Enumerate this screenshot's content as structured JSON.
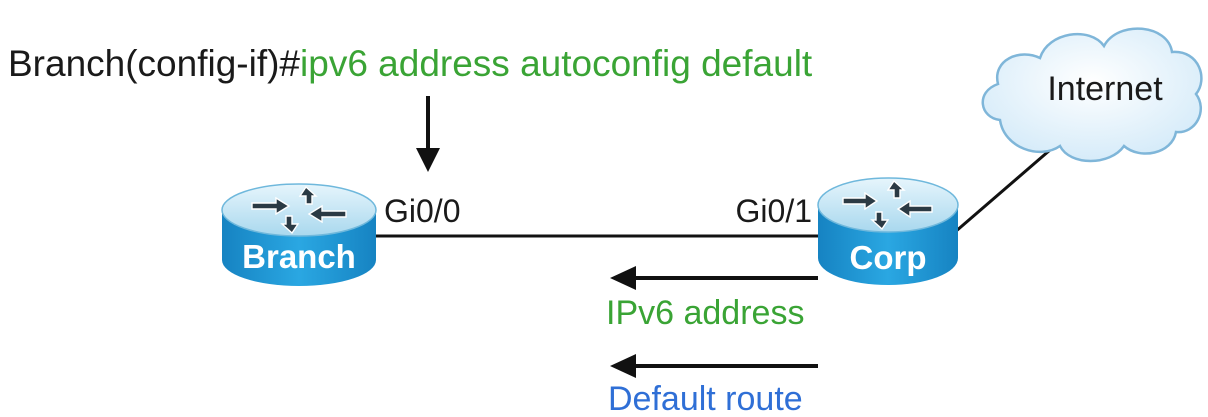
{
  "command": {
    "prompt": "Branch(config-if)#",
    "text": "ipv6 address autoconfig default",
    "prompt_color": "#1a1a1a",
    "text_color": "#3aa435"
  },
  "routers": {
    "branch": {
      "label": "Branch",
      "interface": "Gi0/0"
    },
    "corp": {
      "label": "Corp",
      "interface": "Gi0/1"
    }
  },
  "cloud": {
    "label": "Internet"
  },
  "messages": [
    {
      "label": "IPv6 address",
      "color": "#3aa435"
    },
    {
      "label": "Default route",
      "color": "#2f6fd6"
    }
  ],
  "colors": {
    "router_top": "#bfe3f3",
    "router_body": "#1e9bd7",
    "router_label": "#ffffff",
    "cloud_fill": "#dff0fb",
    "cloud_stroke": "#7fb6d9",
    "line": "#111111"
  }
}
